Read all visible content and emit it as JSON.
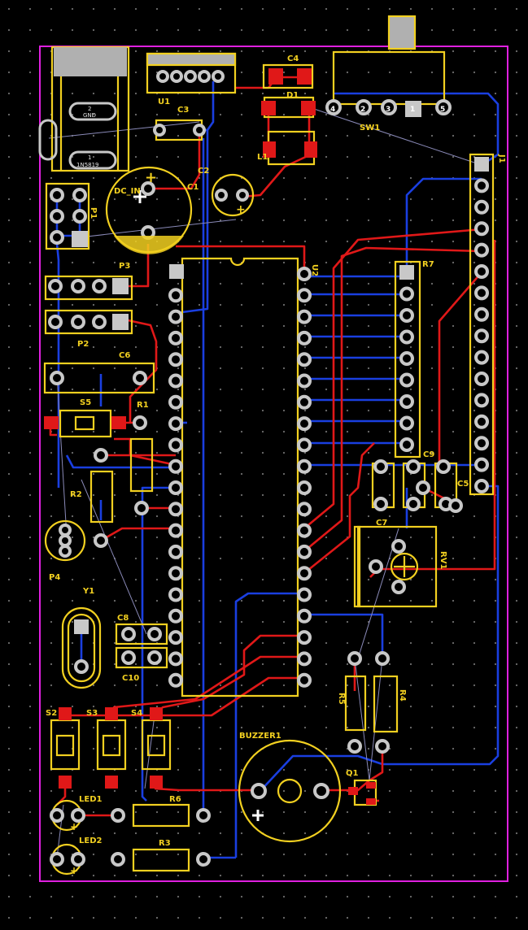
{
  "colors": {
    "background": "#000000",
    "grid_dot": "#6e6e6e",
    "board_outline": "#e020e0",
    "silkscreen": "#f2d020",
    "top_copper": "#e01818",
    "bottom_copper": "#1a3fe0",
    "pad": "#c8c8c8",
    "ratsnest": "#8a8ab8"
  },
  "labels": {
    "u1": "U1",
    "u2": "U2",
    "c1": "C1",
    "c2": "C2",
    "c3": "C3",
    "c4": "C4",
    "c5": "C5",
    "c6": "C6",
    "c7": "C7",
    "c8": "C8",
    "c9": "C9",
    "c10": "C10",
    "d1": "D1",
    "l1": "L1",
    "sw1": "SW1",
    "j1": "J1",
    "p1": "P1",
    "p2": "P2",
    "p3": "P3",
    "p4": "P4",
    "r1": "R1",
    "r2": "R2",
    "r3": "R3",
    "r4": "R4",
    "r5": "R5",
    "r6": "R6",
    "r7": "R7",
    "rv1": "RV1",
    "s2": "S2",
    "s3": "S3",
    "s4": "S4",
    "s5": "S5",
    "y1": "Y1",
    "q1": "Q1",
    "led1": "LED1",
    "led2": "LED2",
    "buzzer1": "BUZZER1",
    "dc_in": "DC_IN",
    "diode_gnd": "GND",
    "diode_part": "1N5819",
    "diode_pin2": "2",
    "diode_pin1": "1",
    "sw1_pins": [
      "4",
      "2",
      "3",
      "1",
      "5"
    ]
  }
}
